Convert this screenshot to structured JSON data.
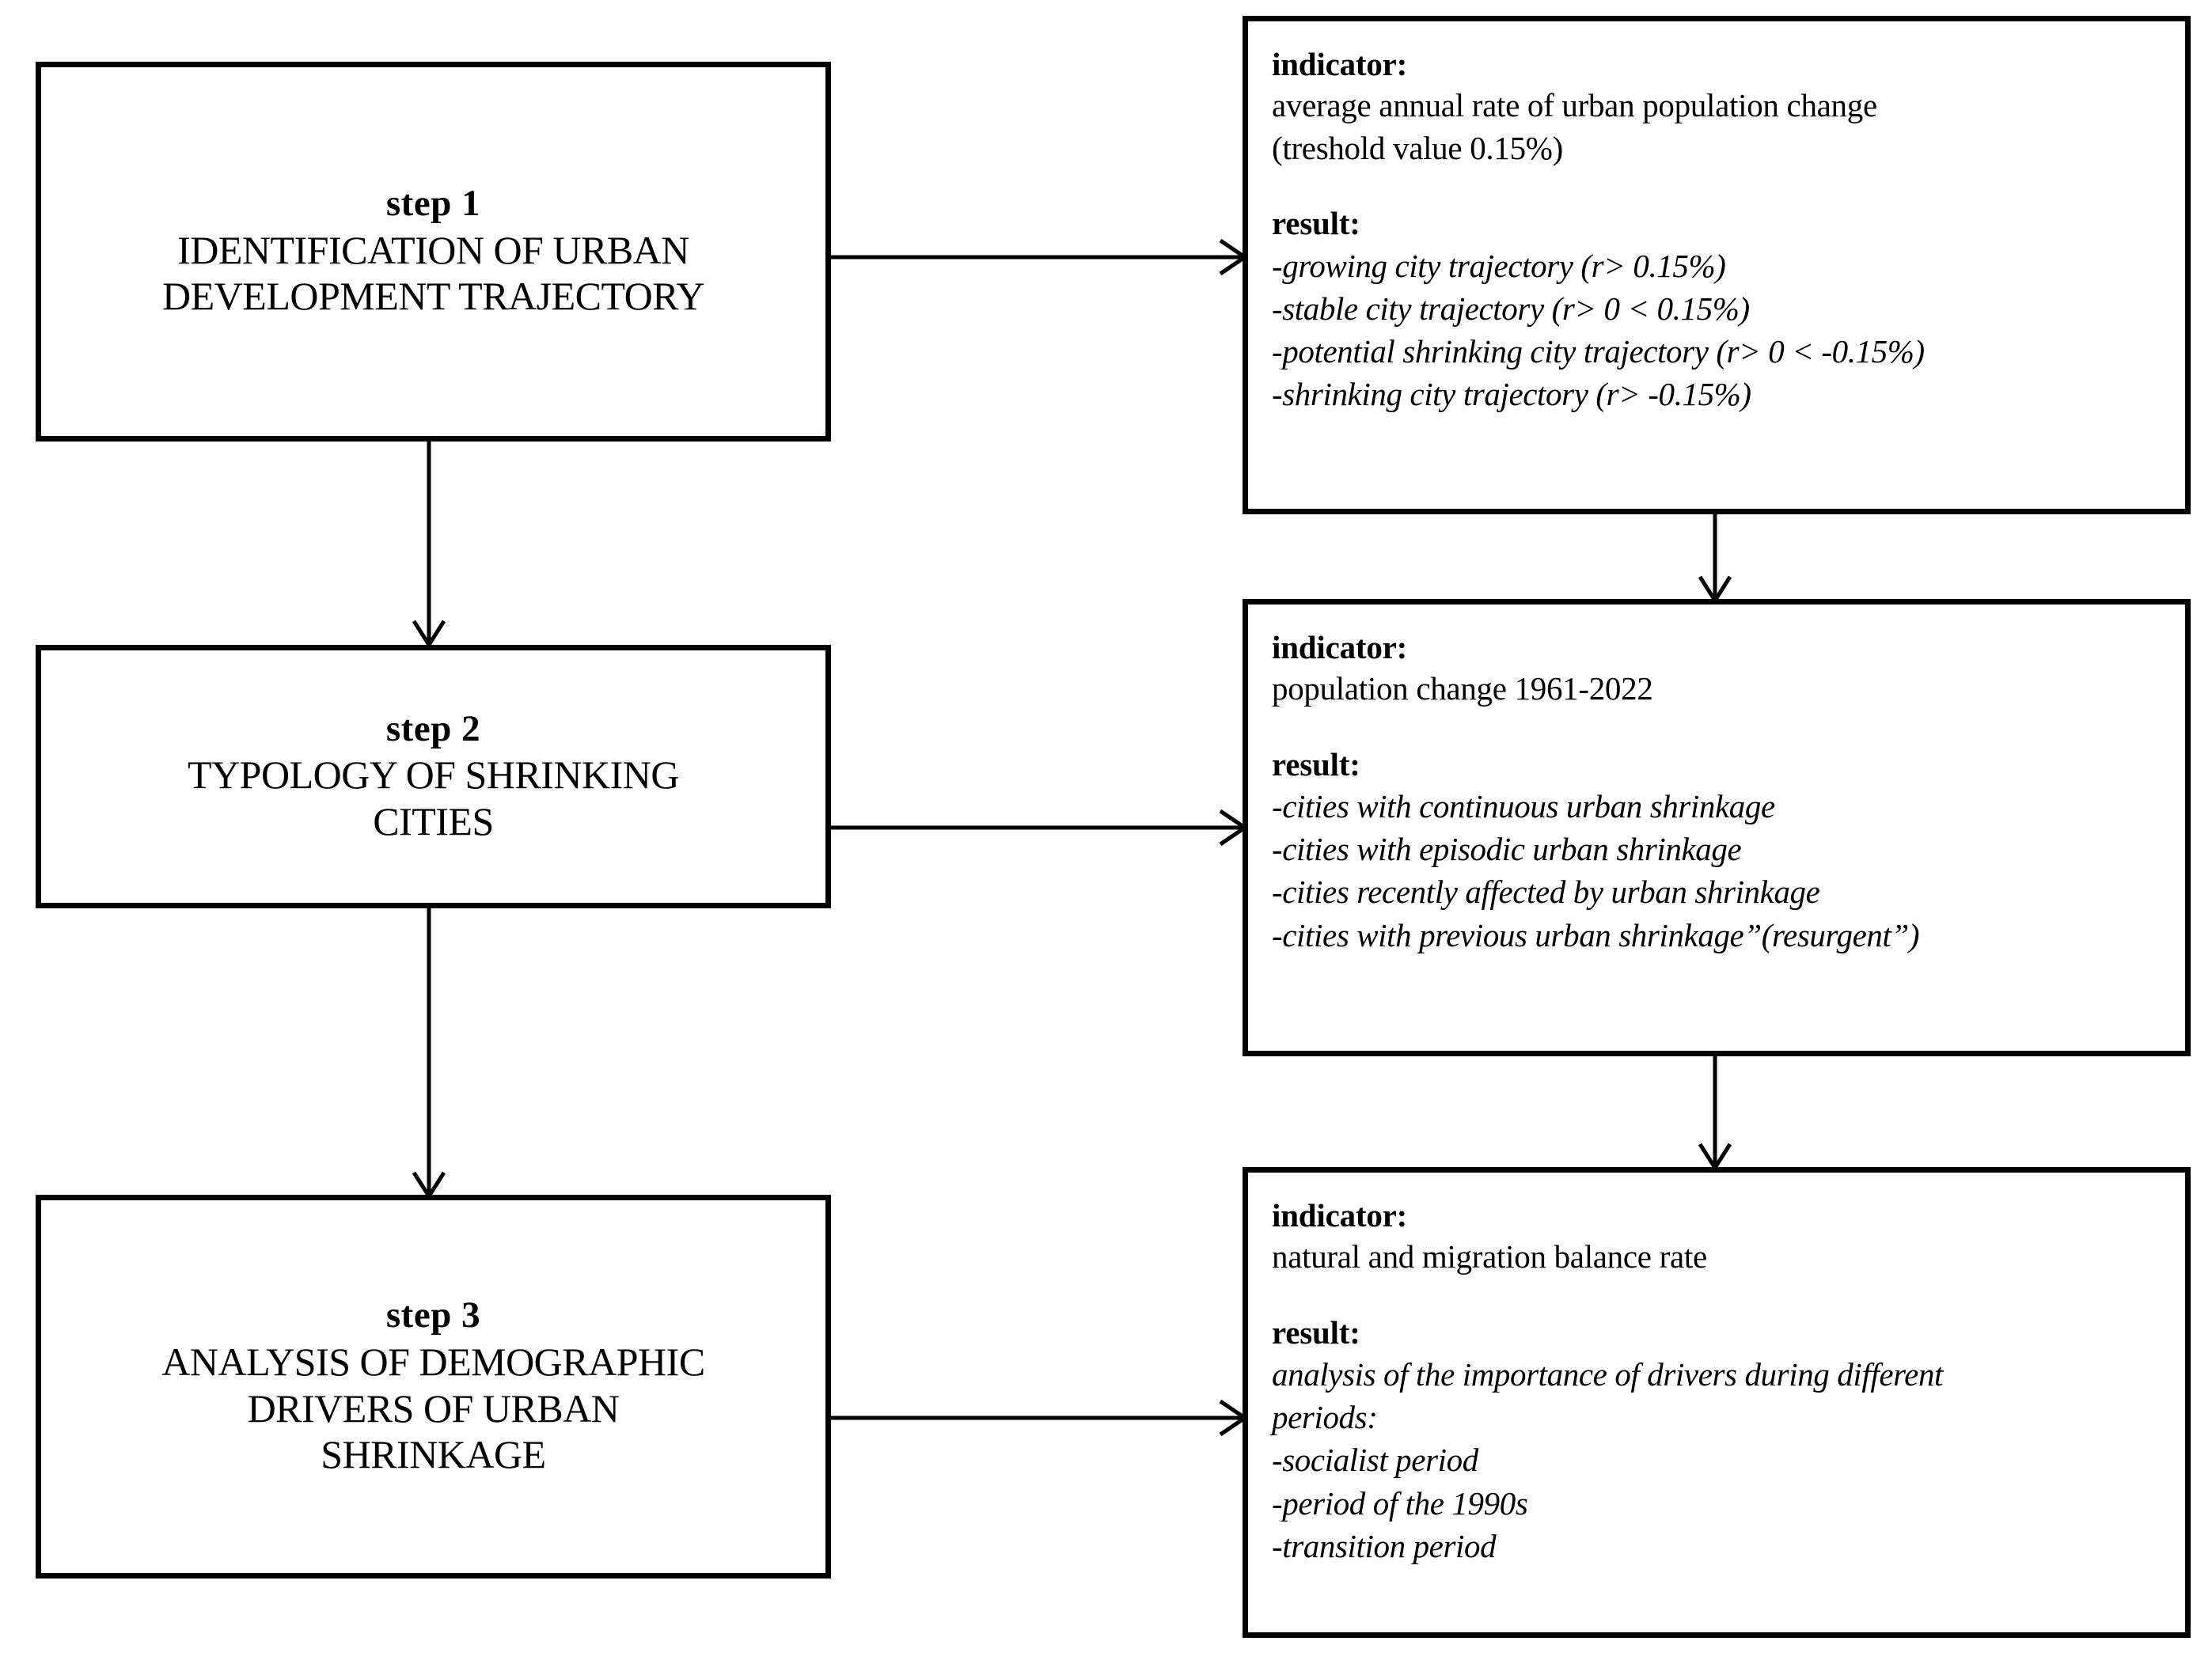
{
  "diagram": {
    "title": "Three-step methodological framework for urban shrinkage analysis",
    "line_color": "#000000",
    "background_color": "#ffffff"
  },
  "steps": [
    {
      "label": "step 1",
      "title_lines": [
        "IDENTIFICATION OF URBAN",
        "DEVELOPMENT TRAJECTORY"
      ]
    },
    {
      "label": "step 2",
      "title_lines": [
        "TYPOLOGY OF SHRINKING",
        "CITIES"
      ]
    },
    {
      "label": "step 3",
      "title_lines": [
        "ANALYSIS OF DEMOGRAPHIC",
        "DRIVERS OF URBAN",
        "SHRINKAGE"
      ]
    }
  ],
  "details": [
    {
      "indicator_heading": "indicator:",
      "indicator_lines": [
        "average  annual rate of urban population change",
        "(treshold value  0.15%)"
      ],
      "result_heading": "result:",
      "result_lines": [
        "-growing city trajectory (r> 0.15%)",
        "-stable city trajectory (r> 0 < 0.15%)",
        "-potential shrinking city trajectory (r> 0 < -0.15%)",
        "-shrinking city trajectory (r> -0.15%)"
      ]
    },
    {
      "indicator_heading": "indicator:",
      "indicator_lines": [
        "population change 1961-2022"
      ],
      "result_heading": "result:",
      "result_lines": [
        "-cities with continuous urban shrinkage",
        "-cities with episodic urban shrinkage",
        "-cities recently affected by urban shrinkage",
        "-cities with previous urban shrinkage”(resurgent”)"
      ]
    },
    {
      "indicator_heading": "indicator:",
      "indicator_lines": [
        "natural and migration balance rate"
      ],
      "result_heading": "result:",
      "result_lines": [
        "analysis of the importance of drivers during different",
        "periods:",
        "-socialist period",
        "-period of the 1990s",
        "-transition period"
      ]
    }
  ],
  "connectors": [
    {
      "name": "step1-to-detail1",
      "direction": "horizontal"
    },
    {
      "name": "step2-to-detail2",
      "direction": "horizontal"
    },
    {
      "name": "step3-to-detail3",
      "direction": "horizontal"
    },
    {
      "name": "step1-to-step2",
      "direction": "vertical"
    },
    {
      "name": "step2-to-step3",
      "direction": "vertical"
    },
    {
      "name": "detail1-to-detail2",
      "direction": "vertical"
    },
    {
      "name": "detail2-to-detail3",
      "direction": "vertical"
    }
  ]
}
